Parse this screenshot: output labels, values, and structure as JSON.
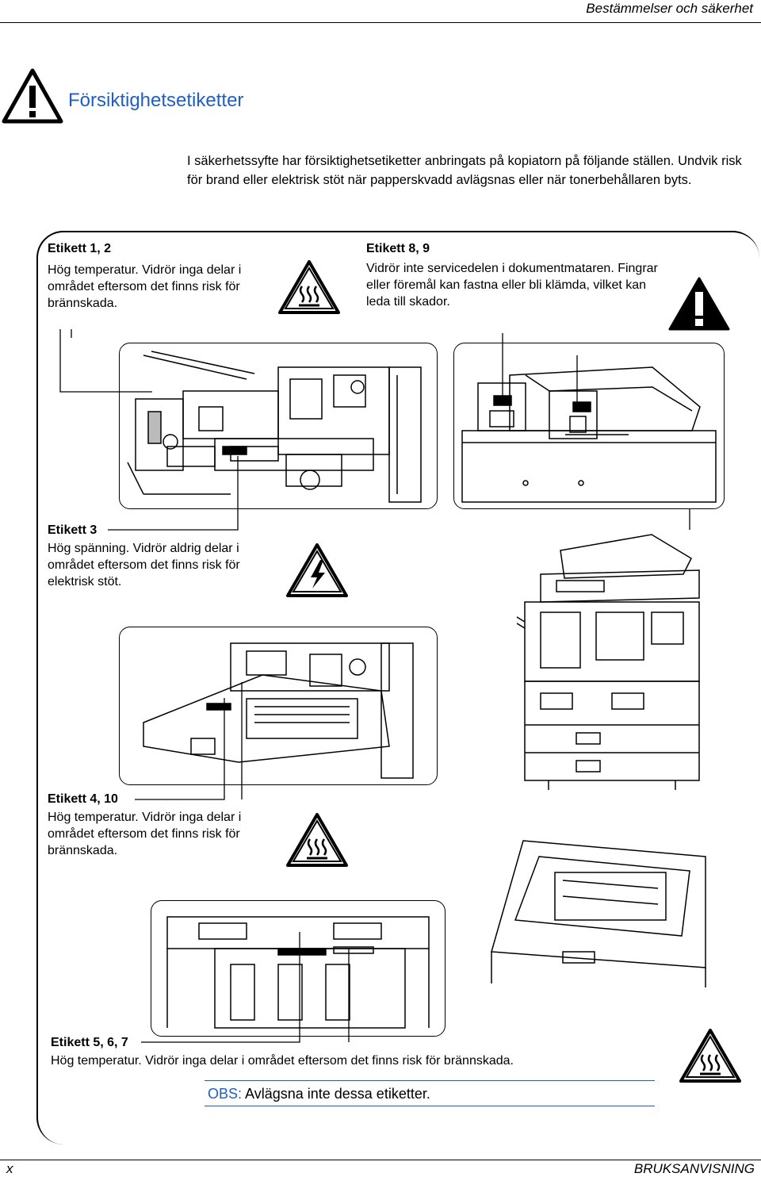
{
  "header": {
    "title": "Bestämmelser och säkerhet"
  },
  "section": {
    "title": "Försiktighetsetiketter",
    "intro": "I säkerhetssyfte har försiktighetsetiketter anbringats på kopiatorn på följande ställen. Undvik risk för brand eller elektrisk stöt när papperskvadd avlägsnas eller när tonerbehållaren byts."
  },
  "labels": {
    "l12": {
      "title": "Etikett 1, 2",
      "text": "Hög temperatur. Vidrör inga delar i området eftersom det finns risk för brännskada."
    },
    "l89": {
      "title": "Etikett 8, 9",
      "text": "Vidrör inte servicedelen i dokumentmataren. Fingrar eller föremål kan fastna eller bli klämda, vilket kan leda till skador."
    },
    "l3": {
      "title": "Etikett 3",
      "text": "Hög spänning. Vidrör aldrig delar i området eftersom det finns risk för elektrisk stöt."
    },
    "l410": {
      "title": "Etikett 4, 10",
      "text": "Hög temperatur. Vidrör inga delar i området eftersom det finns risk för brännskada."
    },
    "l567": {
      "title": "Etikett 5, 6, 7",
      "text": "Hög temperatur. Vidrör inga delar i området eftersom det finns risk för brännskada."
    }
  },
  "note": {
    "key": "OBS:",
    "text": "Avlägsna inte dessa etiketter."
  },
  "footer": {
    "page": "x",
    "manual": "BRUKSANVISNING"
  },
  "icons": [
    "warning-icon",
    "hot-surface-icon",
    "high-voltage-icon"
  ],
  "colors": {
    "accent": "#1f5fc4"
  }
}
